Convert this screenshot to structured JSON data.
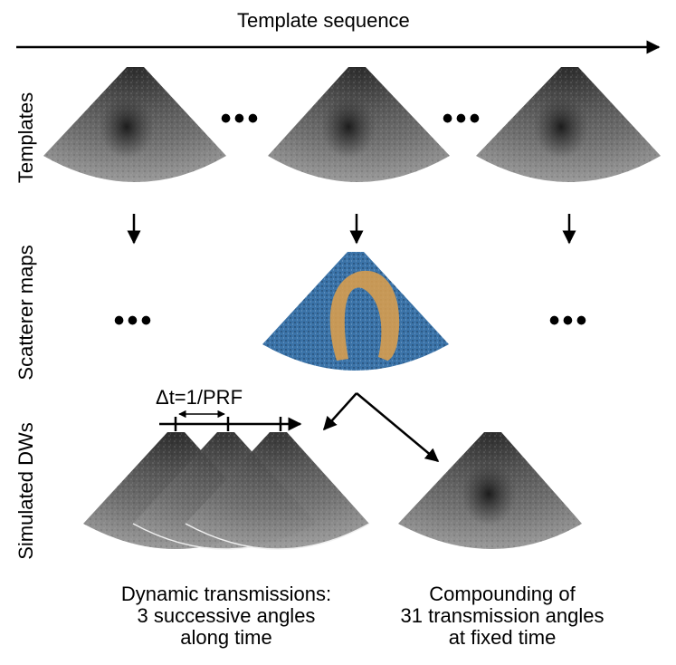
{
  "header": {
    "title": "Template sequence"
  },
  "rows": {
    "templates": "Templates",
    "scatterer_maps": "Scatterer maps",
    "simulated_dws": "Simulated DWs"
  },
  "ellipsis": "•••",
  "timing": {
    "label": "Δt=1/PRF"
  },
  "captions": {
    "dynamic": [
      "Dynamic transmissions:",
      "3 successive angles",
      "along time"
    ],
    "compounding": [
      "Compounding of",
      "31 transmission angles",
      "at fixed time"
    ]
  },
  "colors": {
    "scatter_bg": "#3b73a8",
    "myocardium": "#e0a04a",
    "arrow": "#000000"
  }
}
